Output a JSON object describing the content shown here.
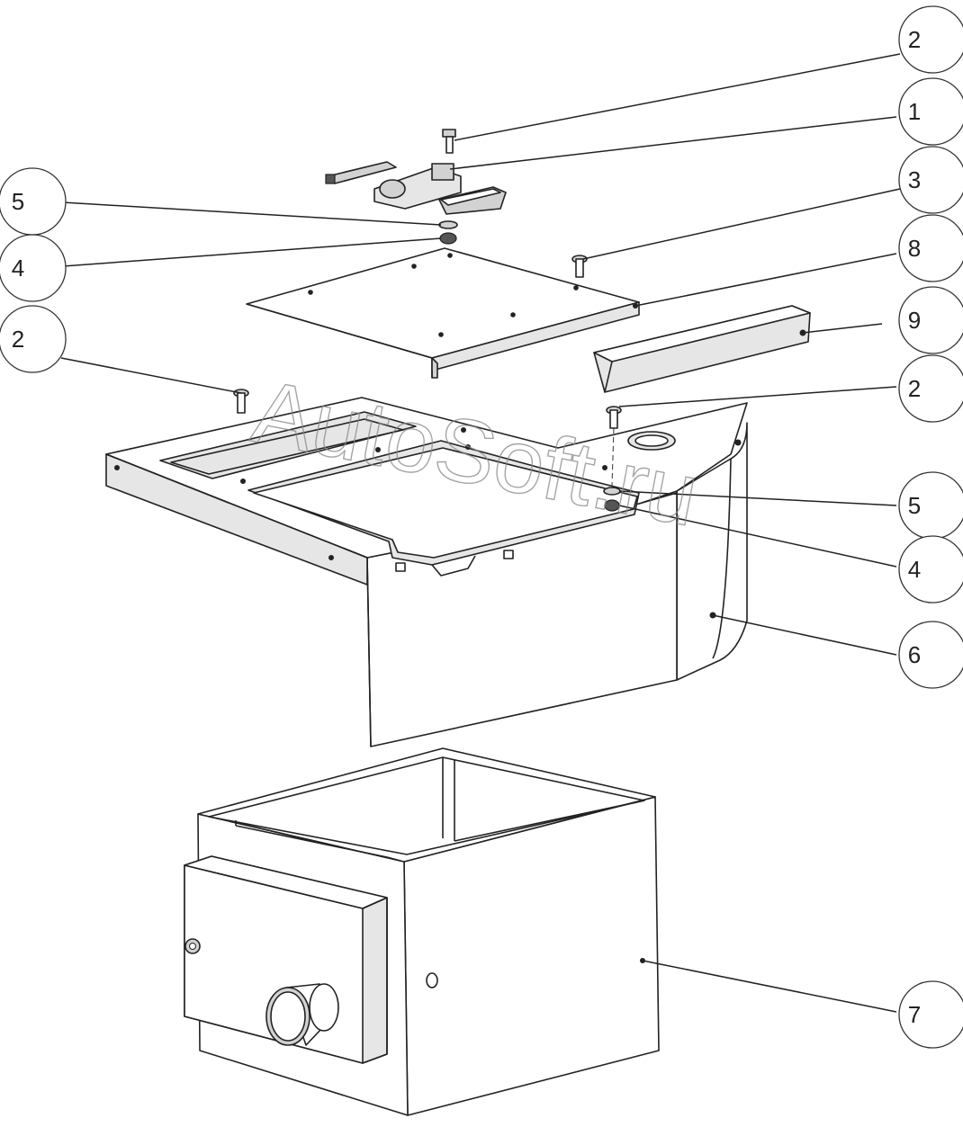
{
  "watermark": "AutoSoft.ru",
  "callouts": [
    {
      "id": "c2a",
      "label": "2"
    },
    {
      "id": "c1",
      "label": "1"
    },
    {
      "id": "c3",
      "label": "3"
    },
    {
      "id": "c5a",
      "label": "5"
    },
    {
      "id": "c8",
      "label": "8"
    },
    {
      "id": "c4a",
      "label": "4"
    },
    {
      "id": "c9",
      "label": "9"
    },
    {
      "id": "c2b",
      "label": "2"
    },
    {
      "id": "c2c",
      "label": "2"
    },
    {
      "id": "c5b",
      "label": "5"
    },
    {
      "id": "c4b",
      "label": "4"
    },
    {
      "id": "c6",
      "label": "6"
    },
    {
      "id": "c7",
      "label": "7"
    }
  ]
}
